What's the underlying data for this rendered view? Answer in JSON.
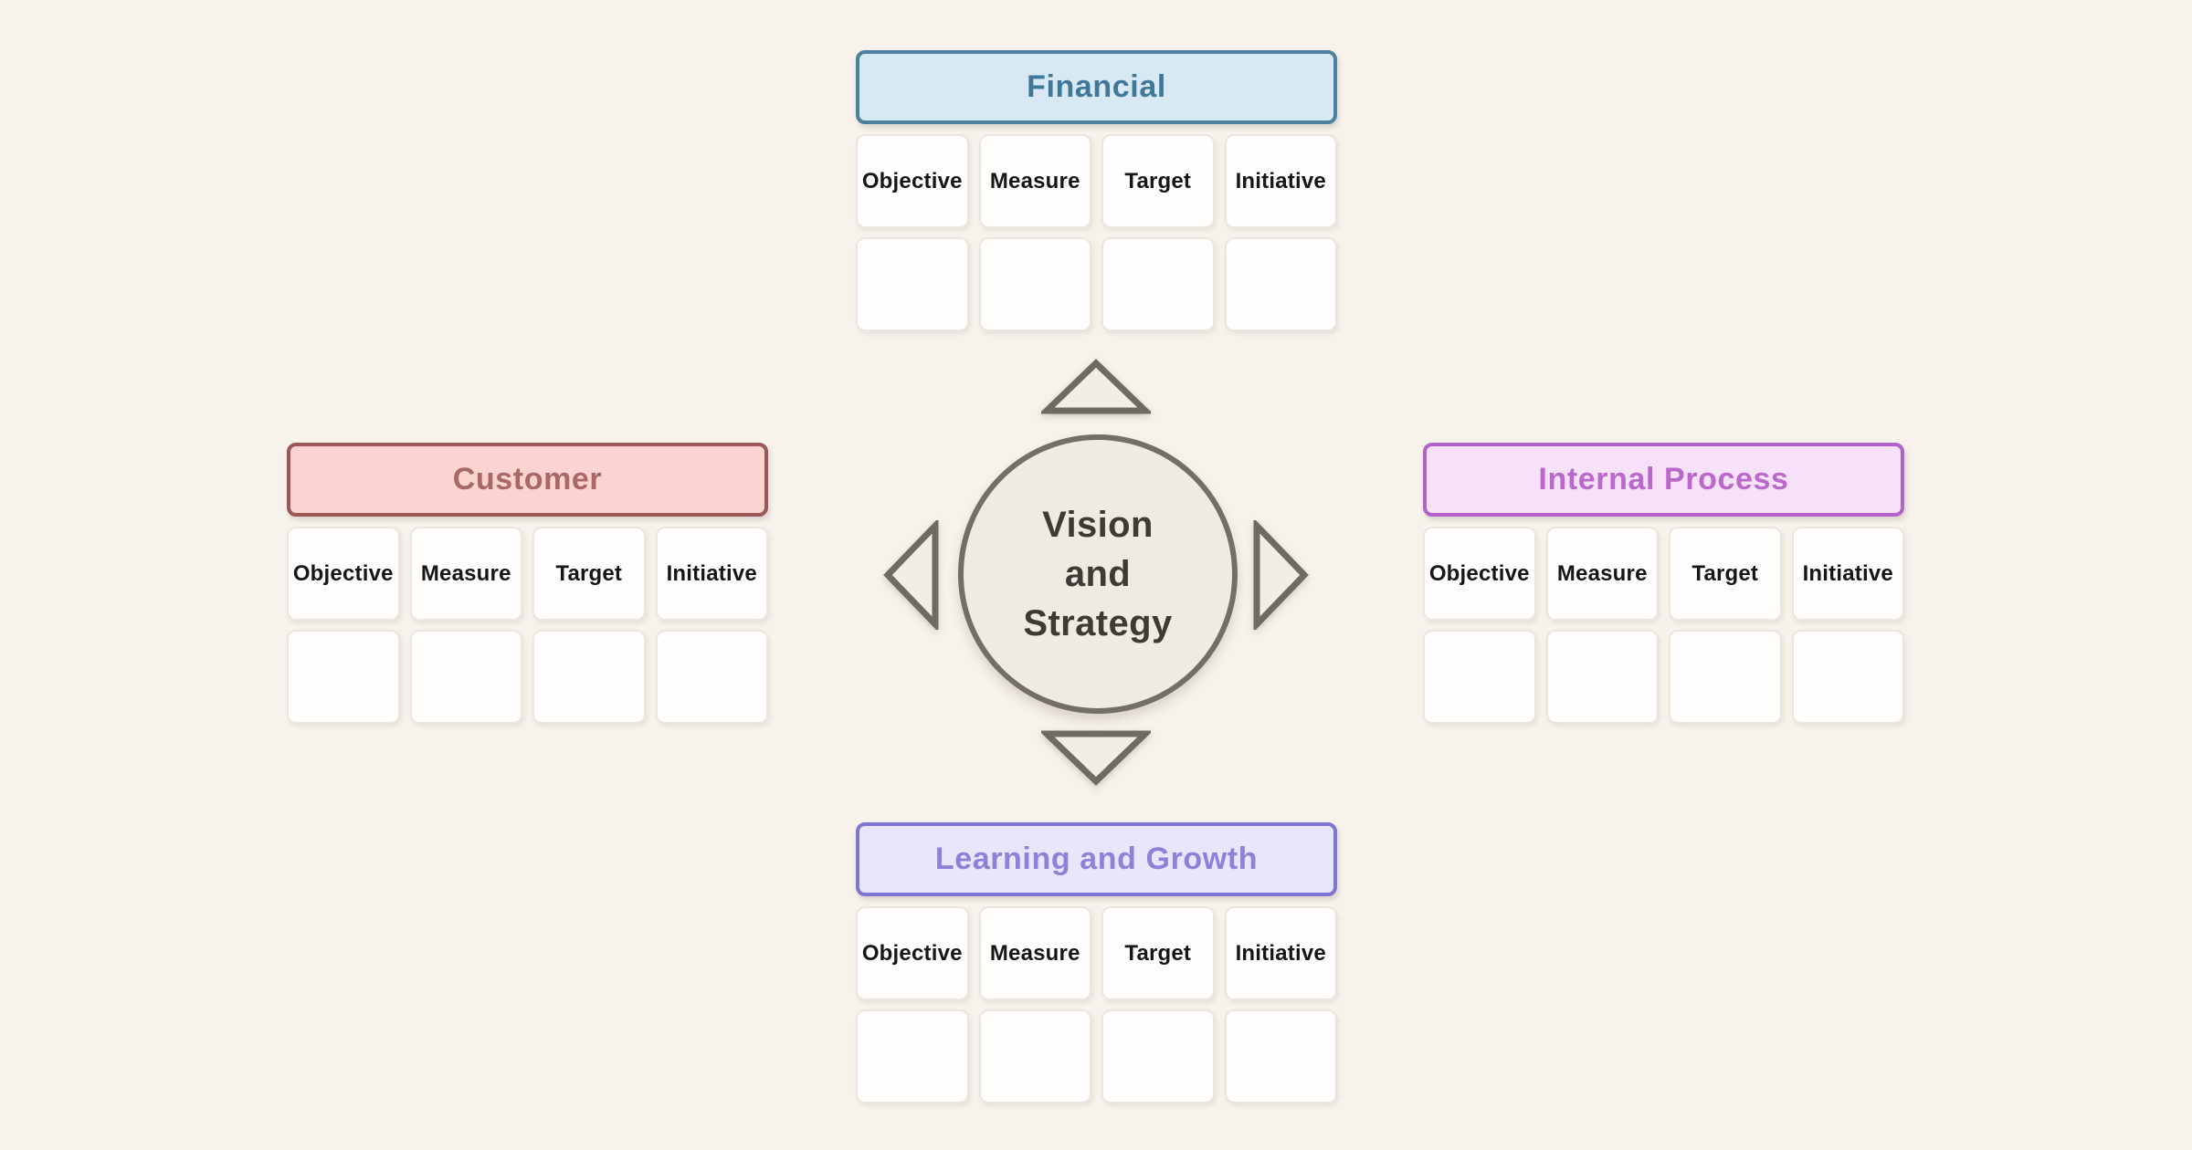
{
  "page": {
    "background_color": "#f7f2ec"
  },
  "columns": [
    "Objective",
    "Measure",
    "Target",
    "Initiative"
  ],
  "sections": {
    "financial": {
      "title": "Financial",
      "fill": "#d8e9f3",
      "border": "#4d7f9e",
      "text_color": "#41789a"
    },
    "customer": {
      "title": "Customer",
      "fill": "#fbd3d0",
      "border": "#9c5858",
      "text_color": "#a86868"
    },
    "internal_process": {
      "title": "Internal Process",
      "fill": "#f7e1f9",
      "border": "#b262c8",
      "text_color": "#ba68cc"
    },
    "learning_growth": {
      "title": "Learning and Growth",
      "fill": "#e9e5fa",
      "border": "#8175d3",
      "text_color": "#8e81d9"
    }
  },
  "center": {
    "lines": [
      "Vision",
      "and",
      "Strategy"
    ],
    "fill": "#efeae4",
    "border": "#736e66",
    "text_color": "#3e3a35"
  },
  "arrows": {
    "fill": "#f2ede7",
    "border": "#6f6a63",
    "directions": [
      "up",
      "left",
      "right",
      "down"
    ]
  }
}
